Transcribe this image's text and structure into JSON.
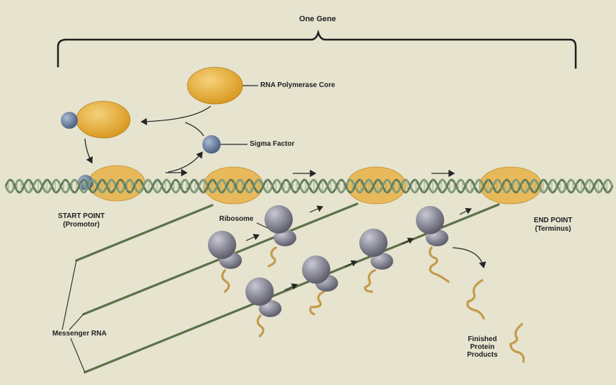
{
  "labels": {
    "gene": "One Gene",
    "rna_polymerase_core": "RNA Polymerase Core",
    "sigma_factor": "Sigma Factor",
    "start_point": "START POINT",
    "start_point_sub": "(Promotor)",
    "end_point": "END POINT",
    "end_point_sub": "(Terminus)",
    "ribosome": "Ribosome",
    "messenger_rna": "Messenger RNA",
    "finished_line1": "Finished",
    "finished_line2": "Protein",
    "finished_line3": "Products"
  },
  "colors": {
    "background": "#e6e3cf",
    "polymerase": "#e8ad38",
    "sigma": "#6e86a8",
    "ribosome": "#8a8a98",
    "dna_strand": "#7f9a76",
    "mrna": "#5c7048",
    "protein": "#c49a4a",
    "line": "#262626"
  }
}
